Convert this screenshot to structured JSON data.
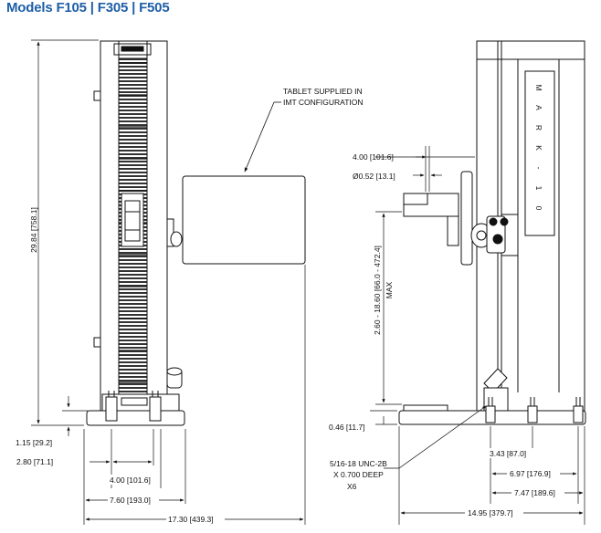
{
  "title": "Models F105 | F305 | F505",
  "callout_tablet": [
    "TABLET SUPPLIED IN",
    "IMT CONFIGURATION"
  ],
  "callout_thread": [
    "5/16-18 UNC-2B",
    "X 0.700 DEEP",
    "X6"
  ],
  "brand_letters": [
    "M",
    "A",
    "R",
    "K",
    "-",
    "1",
    "0"
  ],
  "dims": {
    "height": "29.84 [758.1]",
    "base_h": "1.15 [29.2]",
    "d280": "2.80 [71.1]",
    "d400": "4.00 [101.6]",
    "d760": "7.60 [193.0]",
    "d1730": "17.30 [439.3]",
    "side_400": "4.00 [101.6]",
    "side_dia": "Ø0.52 [13.1]",
    "travel": "2.60 - 18.60 [66.0 - 472.4]",
    "travel_max": "MAX",
    "side_046": "0.46 [11.7]",
    "d343": "3.43 [87.0]",
    "d697": "6.97 [176.9]",
    "d747": "7.47 [189.6]",
    "d1495": "14.95 [379.7]"
  },
  "colors": {
    "title": "#1f5fa8",
    "line": "#111111"
  }
}
